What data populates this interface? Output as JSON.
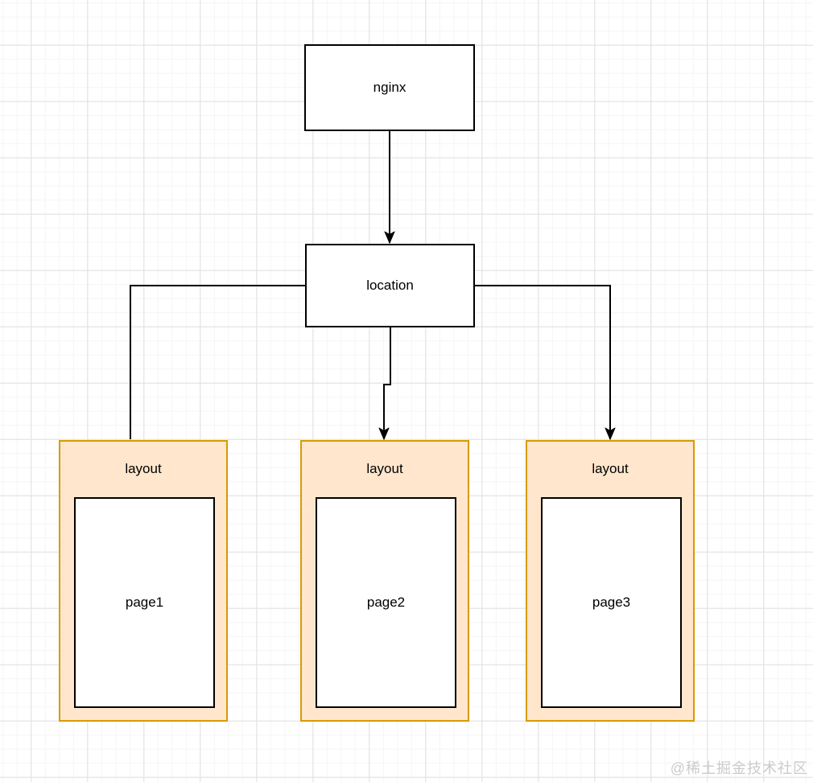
{
  "diagram": {
    "nodes": {
      "nginx": {
        "label": "nginx"
      },
      "location": {
        "label": "location"
      }
    },
    "containers": [
      {
        "label": "layout",
        "page_label": "page1"
      },
      {
        "label": "layout",
        "page_label": "page2"
      },
      {
        "label": "layout",
        "page_label": "page3"
      }
    ],
    "edges": [
      {
        "from": "nginx",
        "to": "location",
        "arrowhead": true
      },
      {
        "from": "location",
        "to": "layout1",
        "arrowhead": false
      },
      {
        "from": "location",
        "to": "layout2",
        "arrowhead": true
      },
      {
        "from": "location",
        "to": "layout3",
        "arrowhead": true
      }
    ],
    "colors": {
      "node_fill": "#ffffff",
      "node_border": "#000000",
      "container_fill": "#ffe6cc",
      "container_border": "#d79b00",
      "edge": "#000000",
      "grid_major": "#e0e0e0",
      "grid_minor": "#f5f5f5"
    }
  },
  "watermark": {
    "text": "@稀土掘金技术社区",
    "color": "#cbcbcb"
  }
}
